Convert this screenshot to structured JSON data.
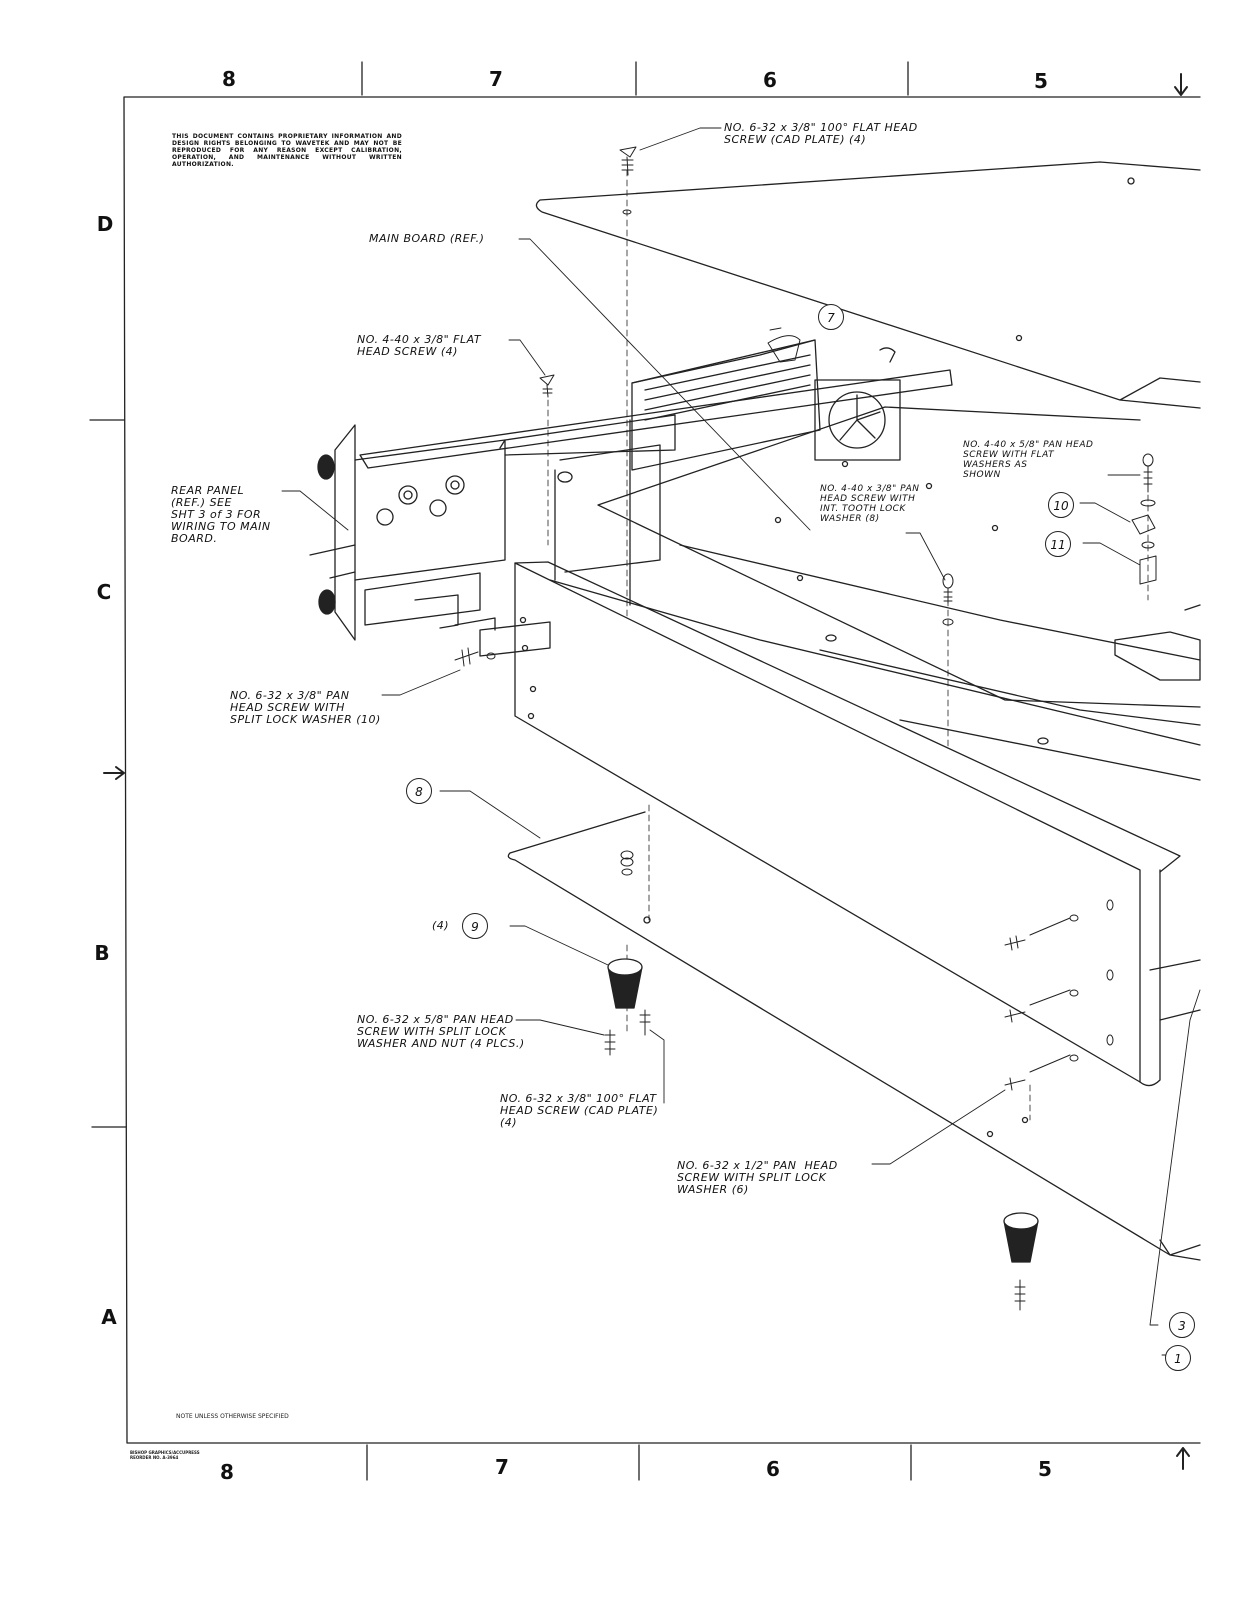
{
  "zones": {
    "top": [
      "8",
      "7",
      "6",
      "5"
    ],
    "bottom": [
      "8",
      "7",
      "6",
      "5"
    ],
    "left": [
      "D",
      "C",
      "B",
      "A"
    ]
  },
  "notice": "THIS DOCUMENT CONTAINS PROPRIETARY INFORMATION AND DESIGN RIGHTS BELONGING TO WAVETEK AND MAY NOT BE REPRODUCED FOR ANY REASON EXCEPT CALIBRATION, OPERATION, AND MAINTENANCE WITHOUT WRITTEN AUTHORIZATION.",
  "callouts": {
    "flat_head_cad_top": "NO. 6-32 x 3/8\" 100° FLAT HEAD\nSCREW (CAD PLATE) (4)",
    "main_board": "MAIN BOARD (REF.)",
    "flat_head_4_40": "NO. 4-40 x 3/8\" FLAT\nHEAD SCREW (4)",
    "pan_head_4_40_flat_washers": "NO. 4-40 x 5/8\" PAN HEAD\nSCREW WITH FLAT\nWASHERS AS\nSHOWN",
    "rear_panel": "REAR PANEL\n(REF.) SEE\nSHT 3 of 3 FOR\nWIRING TO MAIN\nBOARD.",
    "pan_head_int_tooth": "NO. 4-40 x 3/8\" PAN\nHEAD SCREW WITH\nINT. TOOTH LOCK\nWASHER (8)",
    "pan_head_6_32_split": "NO. 6-32 x 3/8\" PAN\nHEAD SCREW WITH\nSPLIT LOCK WASHER (10)",
    "pan_head_nut": "NO. 6-32 x 5/8\" PAN HEAD\nSCREW WITH SPLIT LOCK\nWASHER AND NUT (4 PLCS.)",
    "flat_head_cad_bottom": "NO. 6-32 x 3/8\" 100° FLAT\nHEAD SCREW (CAD PLATE)\n(4)",
    "pan_head_half": "NO. 6-32 x 1/2\" PAN  HEAD\nSCREW WITH SPLIT LOCK\nWASHER (6)",
    "qty_9": "(4)"
  },
  "items": [
    "7",
    "10",
    "11",
    "8",
    "9",
    "3",
    "1"
  ],
  "note": "NOTE  UNLESS OTHERWISE SPECIFIED",
  "printer": "BISHOP GRAPHICS/ACCUPRESS\nREORDER NO. A-3964"
}
